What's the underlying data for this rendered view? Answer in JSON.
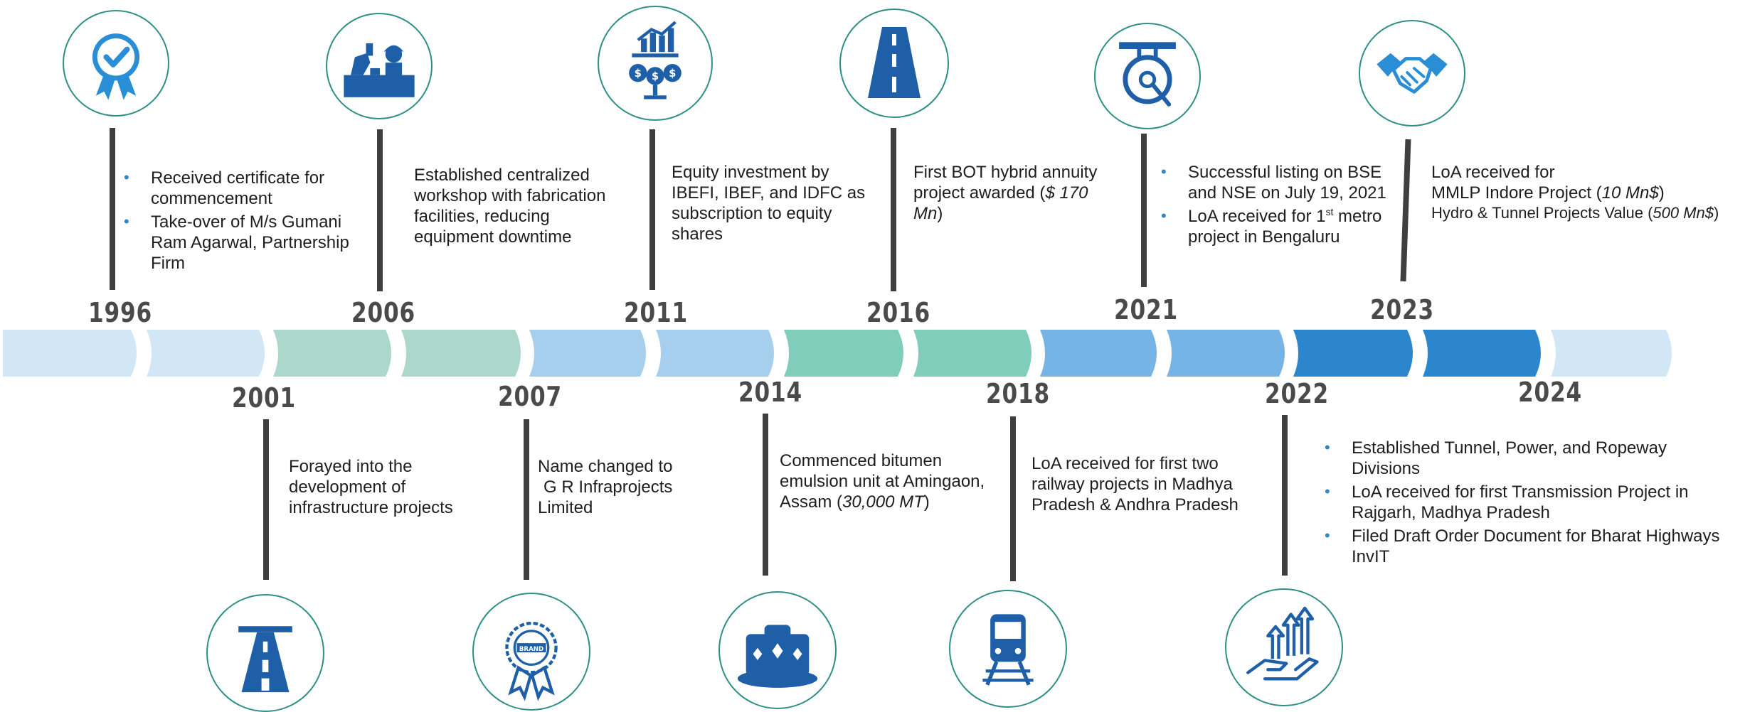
{
  "milestones": {
    "y1996": {
      "year": "1996",
      "lines": [
        "Received certificate for commencement",
        "Take-over of M/s Gumani Ram Agarwal, Partnership Firm"
      ]
    },
    "y2001": {
      "year": "2001",
      "text": "Forayed into the development of infrastructure projects"
    },
    "y2006": {
      "year": "2006",
      "text": "Established centralized workshop with fabrication facilities, reducing equipment downtime"
    },
    "y2007": {
      "year": "2007",
      "text_a": "Name changed to",
      "text_b": "G R Infraprojects Limited"
    },
    "y2011": {
      "year": "2011",
      "text": "Equity investment by IBEFI, IBEF, and IDFC as subscription to equity shares"
    },
    "y2014": {
      "year": "2014",
      "text": "Commenced bitumen emulsion unit at Amingaon, Assam",
      "italic": "30,000 MT"
    },
    "y2016": {
      "year": "2016",
      "text": "First BOT hybrid annuity project awarded",
      "italic": "$ 170 Mn"
    },
    "y2018": {
      "year": "2018",
      "text": "LoA received for first two railway projects in Madhya Pradesh & Andhra Pradesh"
    },
    "y2021": {
      "year": "2021",
      "line1": "Successful listing on BSE and NSE on July 19, 2021",
      "line2_a": "LoA received for 1",
      "line2_sup": "st",
      "line2_b": "metro project in Bengaluru"
    },
    "y2022": {
      "year": "2022"
    },
    "y2023": {
      "year": "2023",
      "line1": "LoA received for",
      "line2_a": "MMLP Indore Project (",
      "line2_italic": "10 Mn$",
      "line2_b": ")",
      "line3_a": "Hydro & Tunnel Projects Value (",
      "line3_italic": "500 Mn$",
      "line3_b": ")"
    },
    "y2024": {
      "year": "2024",
      "lines": [
        "Established Tunnel, Power, and Ropeway Divisions",
        "LoA received for first Transmission Project in Rajgarh, Madhya Pradesh",
        "Filed Draft Order Document for Bharat Highways InvIT"
      ]
    }
  },
  "icons": {
    "y1996": "certificate-badge-icon",
    "y2001": "highway-road-icon",
    "y2006": "workshop-worker-icon",
    "y2007": "brand-badge-icon",
    "y2011": "investment-growth-icon",
    "y2014": "bitumen-tanks-icon",
    "y2016": "road-lanes-icon",
    "y2018": "train-icon",
    "y2021": "stock-exchange-gong-icon",
    "y2022": "growth-hand-icon",
    "y2023": "handshake-icon"
  },
  "colors": {
    "light_blue": "#d1e7f5",
    "mint": "#acd8cb",
    "sky": "#a6cfee",
    "teal": "#80cdbc",
    "blue": "#76b4e6",
    "dark_blue": "#2b86ce",
    "icon_blue": "#1e5fa8",
    "circle_border": "#2f8f86",
    "stem": "#3f3f3f",
    "year_text": "#4a4a4a",
    "bullet": "#2e86c8"
  }
}
